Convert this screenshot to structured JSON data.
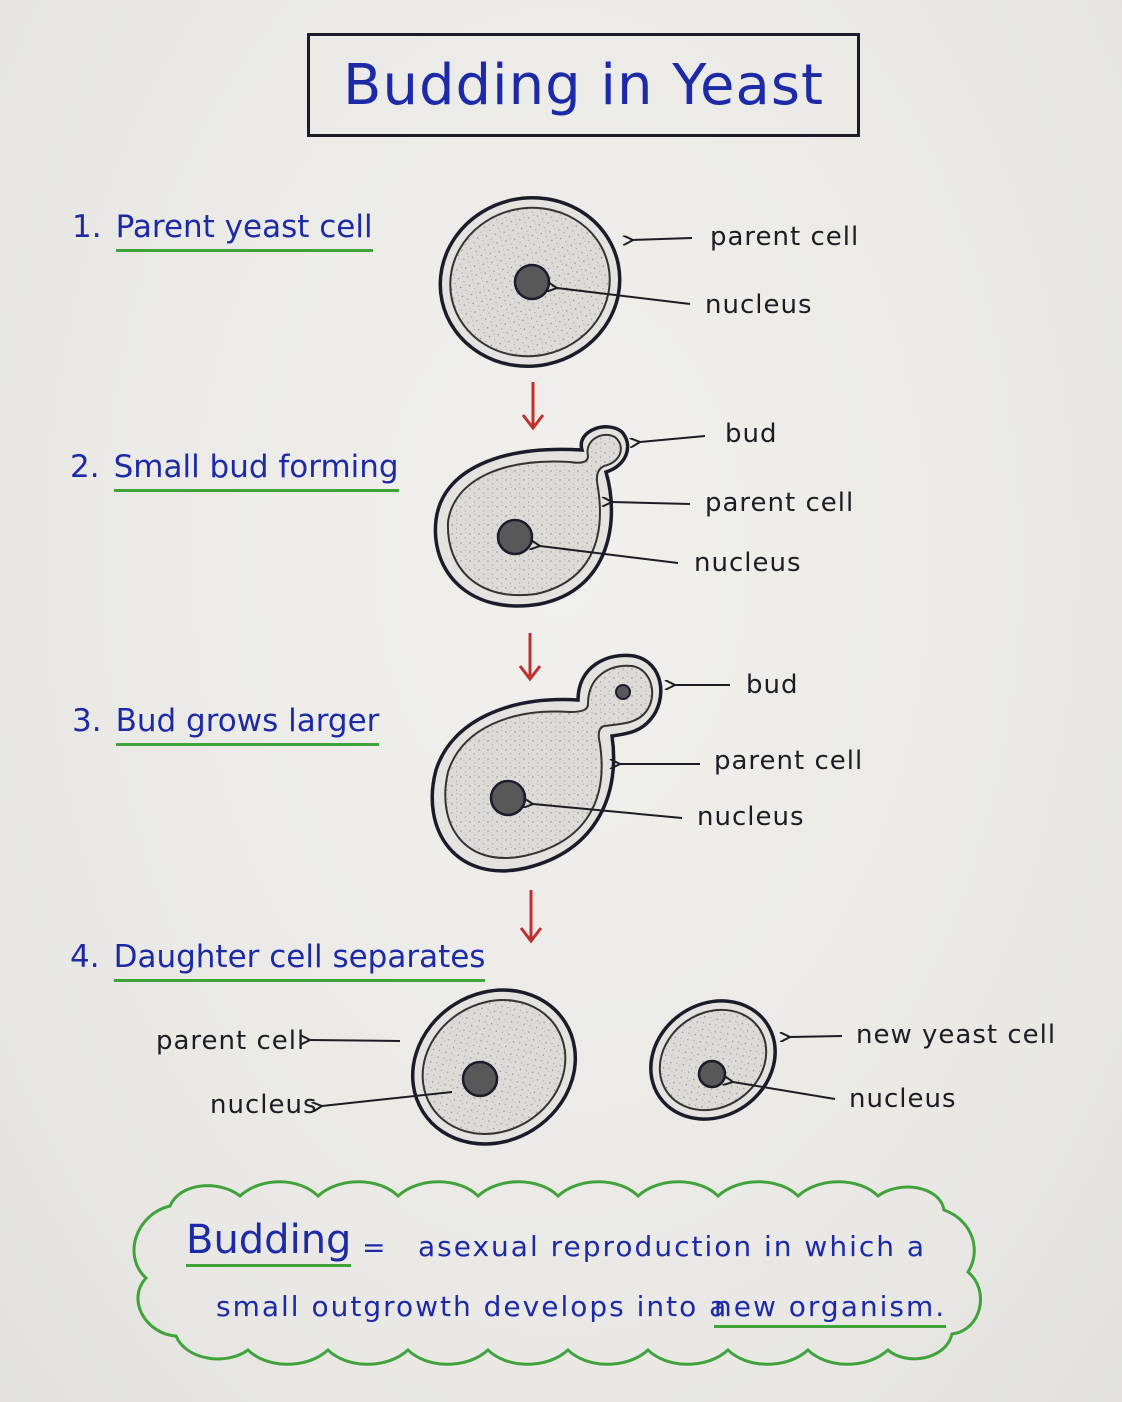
{
  "title": "Budding in Yeast",
  "steps": [
    {
      "number": "1.",
      "label": "Parent yeast cell",
      "annotations": [
        "parent cell",
        "nucleus"
      ]
    },
    {
      "number": "2.",
      "label": "Small bud forming",
      "annotations": [
        "bud",
        "parent cell",
        "nucleus"
      ]
    },
    {
      "number": "3.",
      "label": "Bud grows larger",
      "annotations": [
        "bud",
        "parent cell",
        "nucleus"
      ]
    },
    {
      "number": "4.",
      "label": "Daughter cell separates",
      "annotations": [
        "parent cell",
        "nucleus",
        "new yeast cell",
        "nucleus"
      ]
    }
  ],
  "definition": {
    "term": "Budding",
    "equals": "=",
    "line1": "asexual reproduction in which a",
    "line2_start": "small outgrowth develops into a",
    "line2_emphasis": "new organism."
  },
  "colors": {
    "ink_blue": "#1d2aa8",
    "underline_green": "#3fa33a",
    "arrow_red": "#c0302f",
    "outline_black": "#1b1b2a",
    "cell_fill": "#d9d8d4",
    "nucleus_fill": "#555555"
  }
}
